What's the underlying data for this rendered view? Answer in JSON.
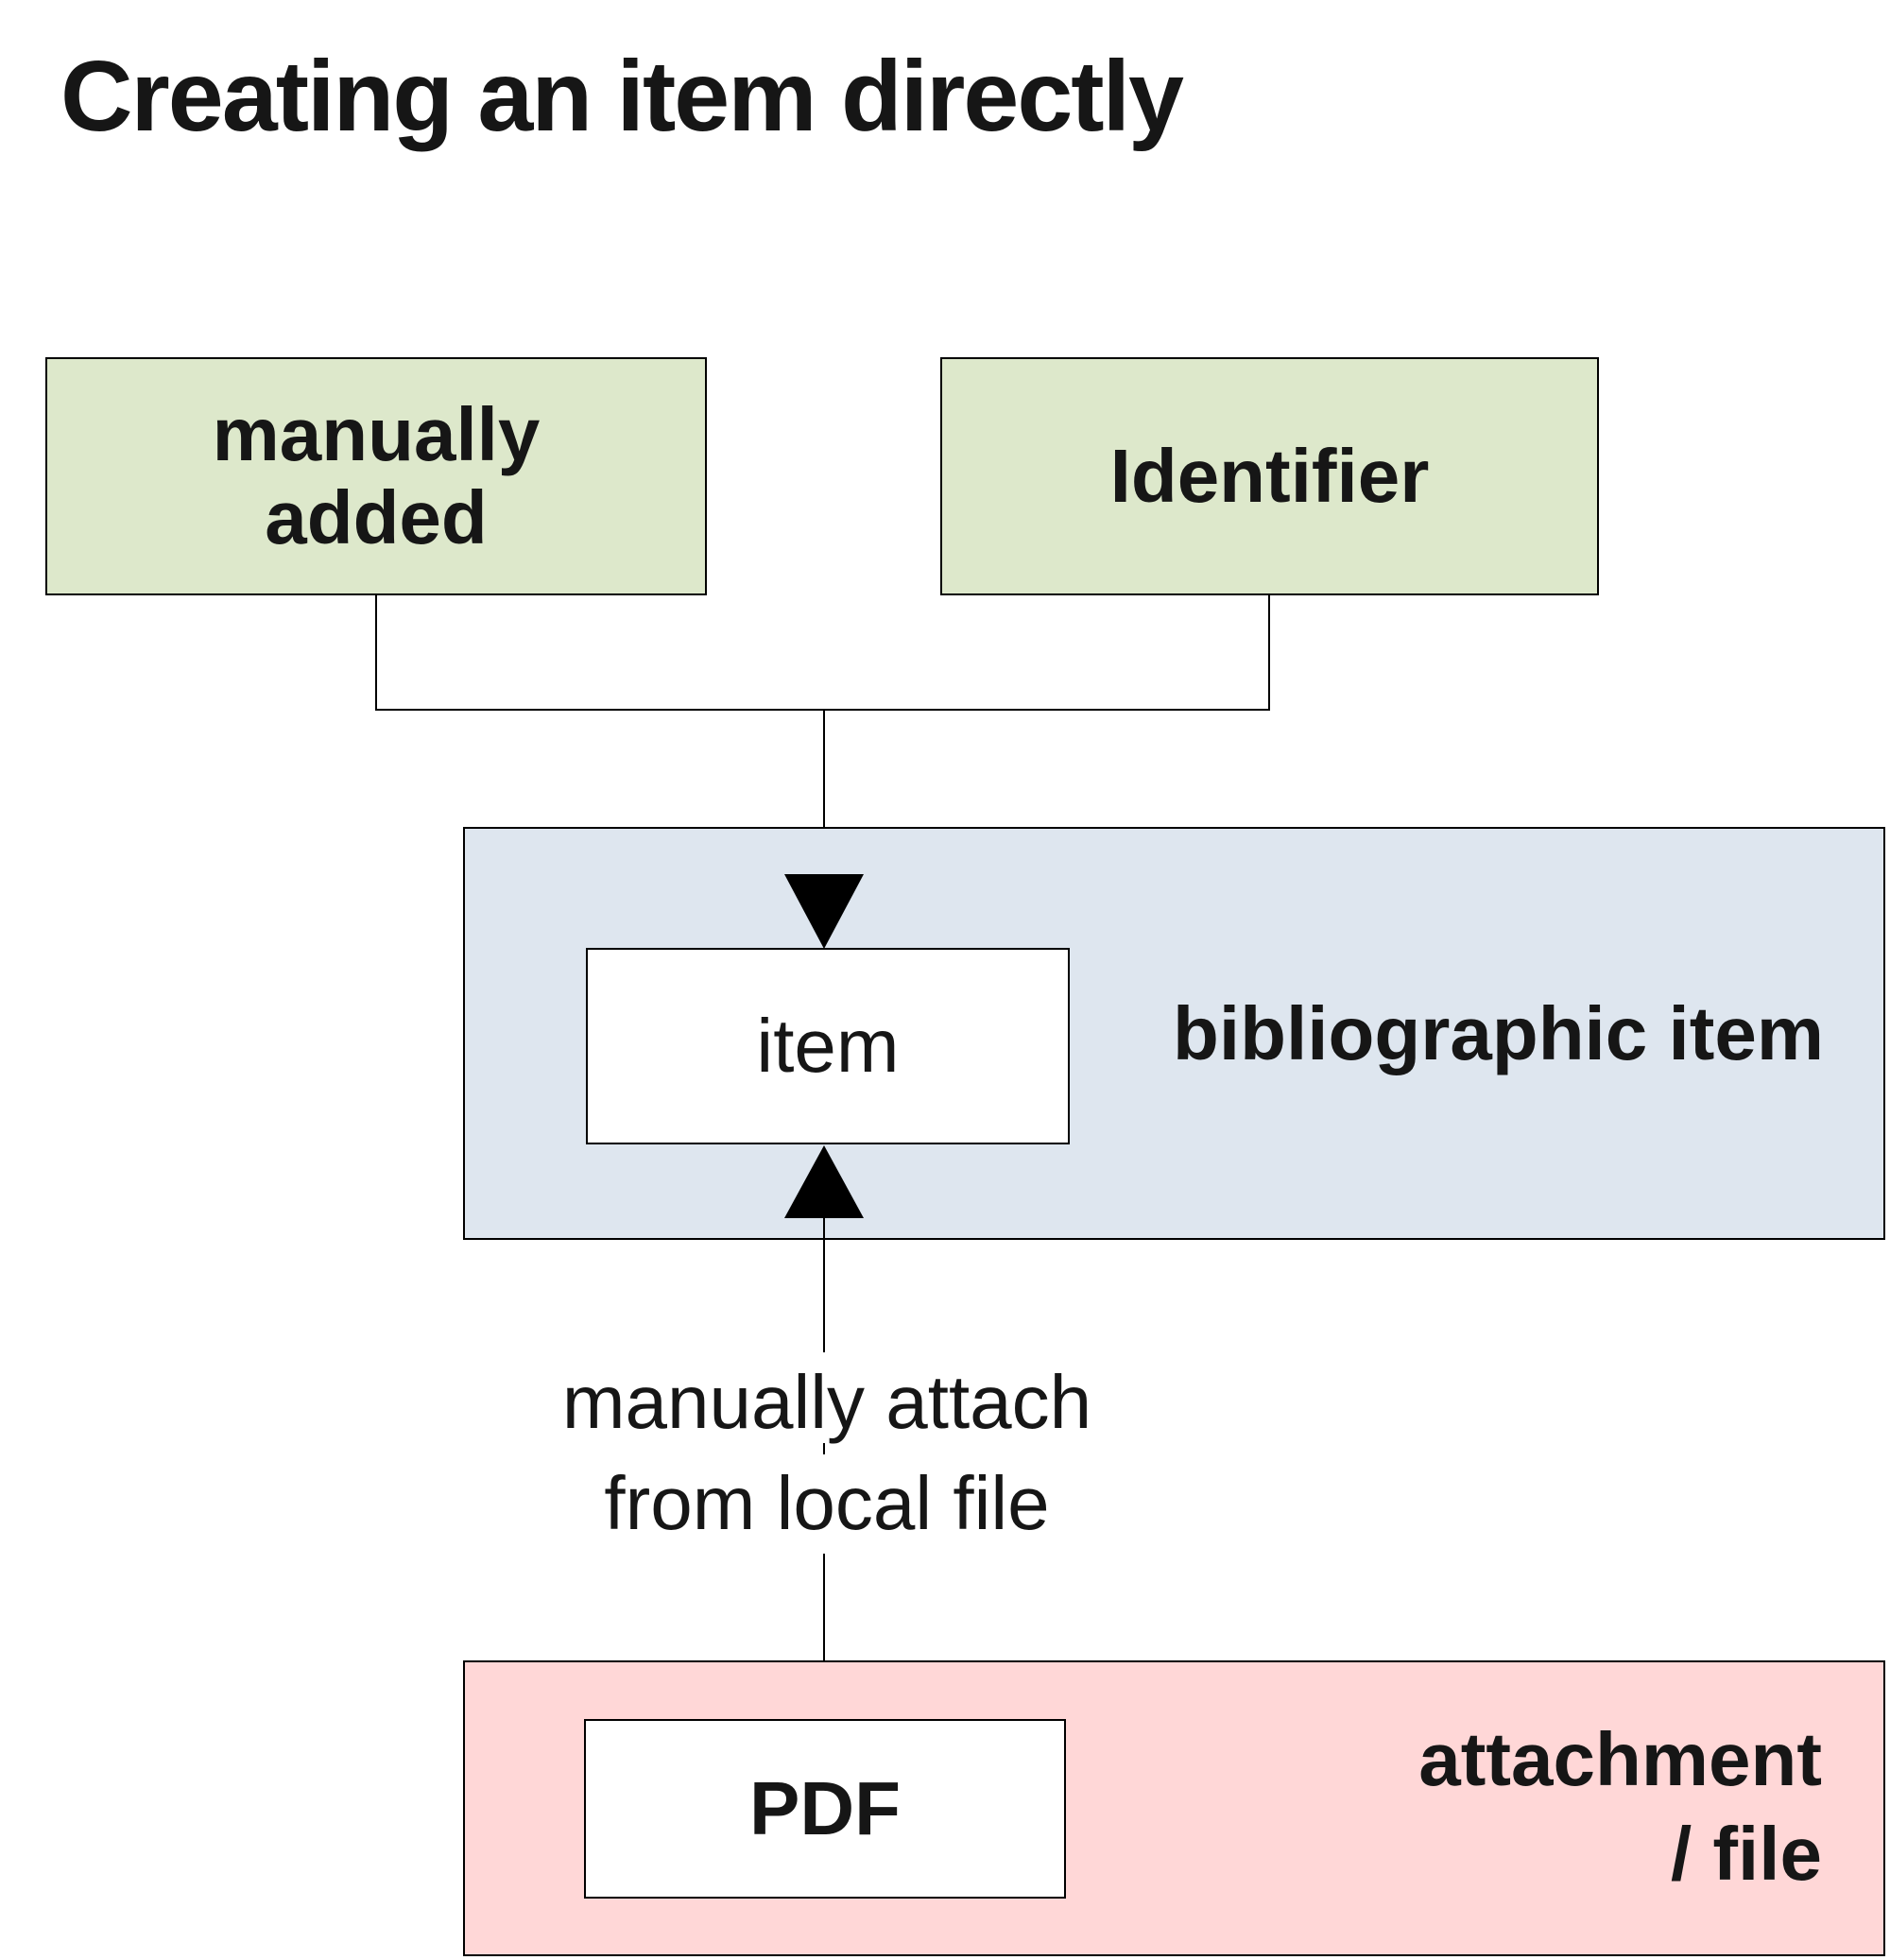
{
  "title": "Creating an item directly",
  "colors": {
    "source_fill": "#dde8cb",
    "biblio_fill": "#dee6ef",
    "attachment_fill": "#ffd7d7",
    "node_fill": "#ffffff",
    "border": "#000000",
    "text": "#161616"
  },
  "nodes": {
    "manually_added": {
      "lines": [
        "manually",
        "added"
      ]
    },
    "identifier": {
      "label": "Identifier"
    },
    "item": {
      "label": "item"
    },
    "pdf": {
      "label": "PDF"
    }
  },
  "groups": {
    "bibliographic": {
      "label": "bibliographic item"
    },
    "attachment": {
      "lines": [
        "attachment",
        "/ file"
      ]
    }
  },
  "annotations": {
    "attach_note": {
      "lines": [
        "manually attach",
        "from local file"
      ]
    }
  }
}
